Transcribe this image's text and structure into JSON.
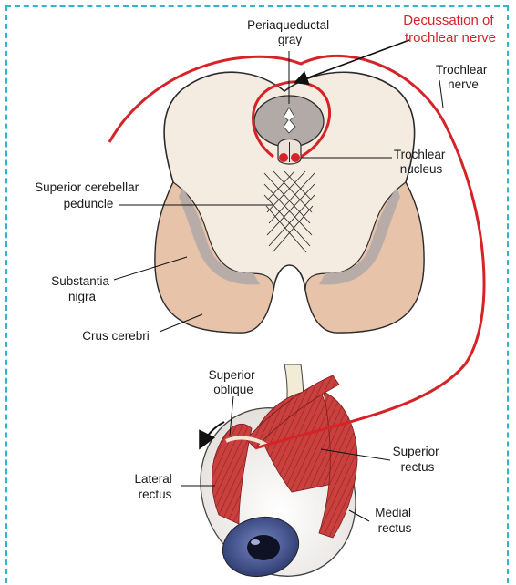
{
  "labels": {
    "periaqueductal_gray": [
      "Periaqueductal",
      "gray"
    ],
    "decussation": [
      "Decussation of",
      "trochlear nerve"
    ],
    "trochlear_nerve": [
      "Trochlear",
      "nerve"
    ],
    "trochlear_nucleus": [
      "Trochlear",
      "nucleus"
    ],
    "superior_cerebellar_peduncle": [
      "Superior cerebellar",
      "peduncle"
    ],
    "substantia_nigra": [
      "Substantia",
      "nigra"
    ],
    "crus_cerebri": [
      "Crus cerebri"
    ],
    "superior_oblique": [
      "Superior",
      "oblique"
    ],
    "superior_rectus": [
      "Superior",
      "rectus"
    ],
    "lateral_rectus": [
      "Lateral",
      "rectus"
    ],
    "medial_rectus": [
      "Medial",
      "rectus"
    ]
  },
  "colors": {
    "frame_border": "#35b3c8",
    "nerve": "#d62328",
    "midbrain": "#f5ece1",
    "crus": "#e6c3a9",
    "substantia_nigra": "#b7aca7",
    "muscle": "#c2413f",
    "iris": "#3d4e8a"
  }
}
